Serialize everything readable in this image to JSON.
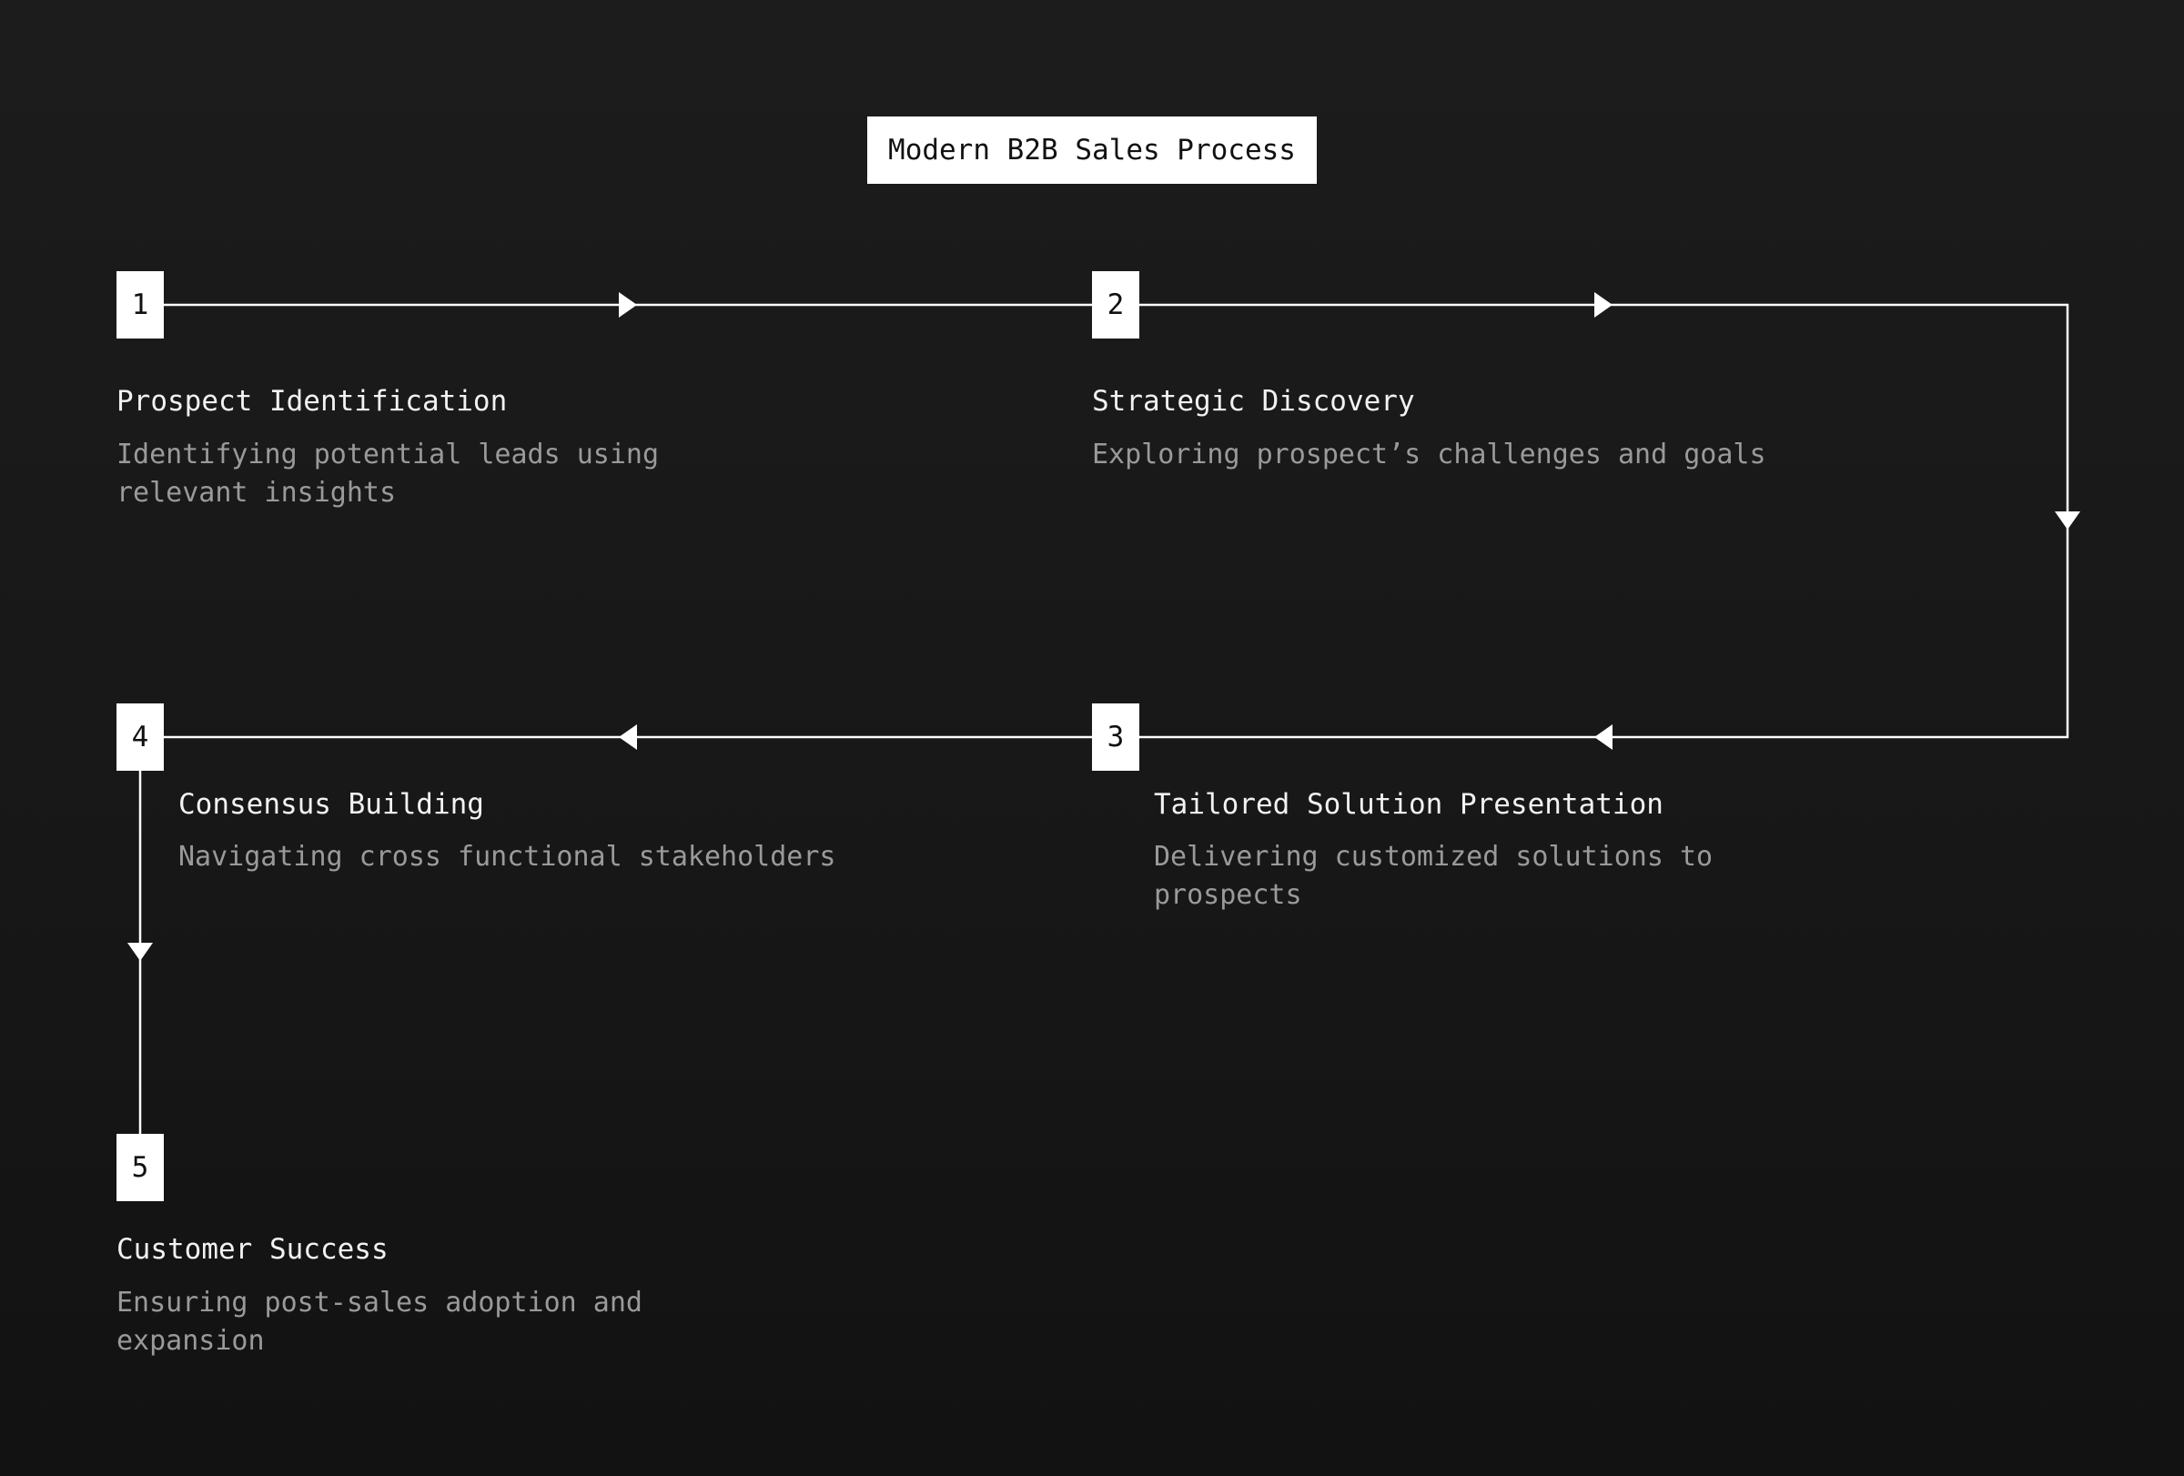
{
  "diagram": {
    "title": "Modern B2B Sales Process",
    "colors": {
      "background": "#1a1a1a",
      "box": "#ffffff",
      "box_text": "#111111",
      "heading_text": "#f2f2f2",
      "body_text": "#9a9a9a",
      "connector": "#ffffff"
    },
    "steps": [
      {
        "number": "1",
        "title": "Prospect Identification",
        "description": "Identifying potential leads using relevant insights"
      },
      {
        "number": "2",
        "title": "Strategic Discovery",
        "description": "Exploring prospect’s challenges and goals"
      },
      {
        "number": "3",
        "title": "Tailored Solution Presentation",
        "description": "Delivering customized solutions to prospects"
      },
      {
        "number": "4",
        "title": "Consensus Building",
        "description": "Navigating cross functional stakeholders"
      },
      {
        "number": "5",
        "title": "Customer Success",
        "description": "Ensuring post-sales adoption and expansion"
      }
    ],
    "flow": [
      {
        "from": "1",
        "to": "2"
      },
      {
        "from": "2",
        "to": "3"
      },
      {
        "from": "3",
        "to": "4"
      },
      {
        "from": "4",
        "to": "5"
      }
    ]
  }
}
